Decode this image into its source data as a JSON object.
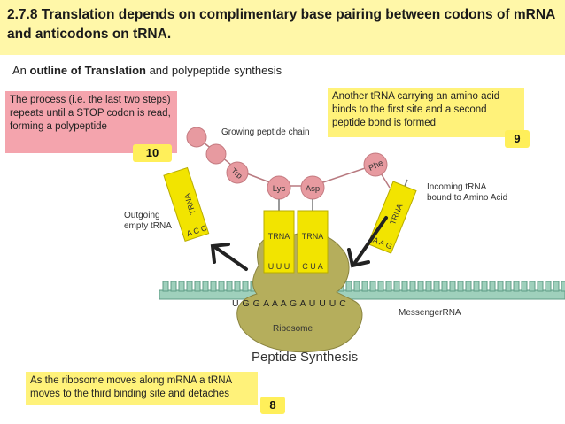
{
  "header": {
    "title": "2.7.8 Translation depends on complimentary base pairing between codons of mRNA and anticodons on tRNA."
  },
  "subtitle": {
    "prefix": "An ",
    "bold": "outline of Translation",
    "suffix": " and polypeptide synthesis"
  },
  "notes": {
    "step10": {
      "text": "The process (i.e. the last two steps) repeats until a STOP codon is read, forming a polypeptide",
      "badge": "10"
    },
    "step9": {
      "text": "Another tRNA carrying an amino acid binds to the first site and a second peptide bond is formed",
      "badge": "9"
    },
    "step8": {
      "text": "As the ribosome moves along mRNA a tRNA moves to the third binding site and detaches",
      "badge": "8"
    }
  },
  "diagram": {
    "growing_chain_label": "Growing peptide chain",
    "outgoing_label_1": "Outgoing",
    "outgoing_label_2": "empty tRNA",
    "incoming_label_1": "Incoming  tRNA",
    "incoming_label_2": "bound to Amino Acid",
    "trna_label": "TRNA",
    "amino_trp": "Trp",
    "amino_lys": "Lys",
    "amino_asp": "Asp",
    "amino_phe": "Phe",
    "anticodon_out": "A C C",
    "anticodon_1": "U U U",
    "anticodon_2": "C U A",
    "anticodon_in": "A A G",
    "mrna_sequence": "U G G A A A G A U U U C",
    "mrna_label": "MessengerRNA",
    "ribosome_label": "Ribosome",
    "caption": "Peptide Synthesis"
  },
  "colors": {
    "header_bg": "#fff7a8",
    "trna_yellow": "#f2e400",
    "peptide_pink": "#e79aa0",
    "ribosome": "#b5ae5c",
    "mrna": "#9fd0bc"
  }
}
